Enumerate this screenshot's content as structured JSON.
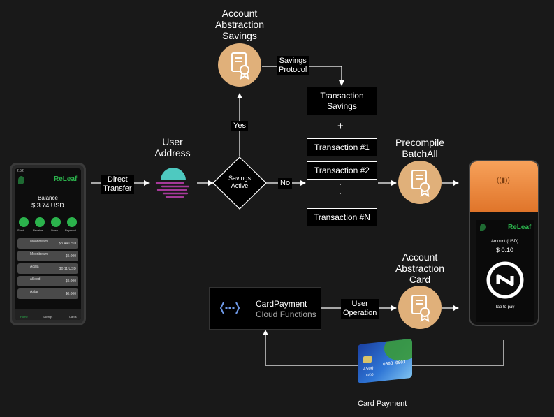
{
  "left_phone": {
    "status_time": "2:52",
    "brand": "ReLeaf",
    "balance_label": "Balance",
    "balance_value": "$ 3.74 USD",
    "actions": [
      "Send",
      "Receive",
      "Swap",
      "Payment"
    ],
    "tokens": [
      {
        "name": "Moonbeam",
        "value": "$3.44 USD"
      },
      {
        "name": "Moonbeam",
        "value": "$0.000"
      },
      {
        "name": "Acala",
        "value": "$0.11 USD"
      },
      {
        "name": "aSeed",
        "value": "$0.000"
      },
      {
        "name": "Astar",
        "value": "$0.000"
      }
    ],
    "nav": [
      "Home",
      "Savings",
      "Cards"
    ]
  },
  "right_phone": {
    "brand": "ReLeaf",
    "amount_label": "Amount (USD)",
    "amount_value": "$ 0.10",
    "tap_label": "Tap to pay"
  },
  "labels": {
    "direct_transfer": "Direct\nTransfer",
    "user_address": "User\nAddress",
    "savings_active": "Savings\nActive",
    "yes": "Yes",
    "no": "No",
    "aa_savings": "Account\nAbstraction\nSavings",
    "savings_protocol": "Savings\nProtocol",
    "transaction_savings": "Transaction\nSavings",
    "plus": "+",
    "tx1": "Transaction #1",
    "tx2": "Transaction #2",
    "txn": "Transaction #N",
    "dots": ".\n.\n.",
    "precompile": "Precompile\nBatchAll",
    "aa_card": "Account\nAbstraction\nCard",
    "user_operation": "User\nOperation",
    "cardpayment_title": "CardPayment",
    "cardpayment_sub": "Cloud Functions",
    "card_payment": "Card Payment",
    "card_number": "4500",
    "card_digits": "0003 0003",
    "card_expiry": "00/00"
  },
  "colors": {
    "cert": "#e0b07a",
    "teal": "#4ec9c0",
    "purple": "#a6399a",
    "green": "#2bb24c",
    "terminal_orange": "#f08a3a"
  }
}
